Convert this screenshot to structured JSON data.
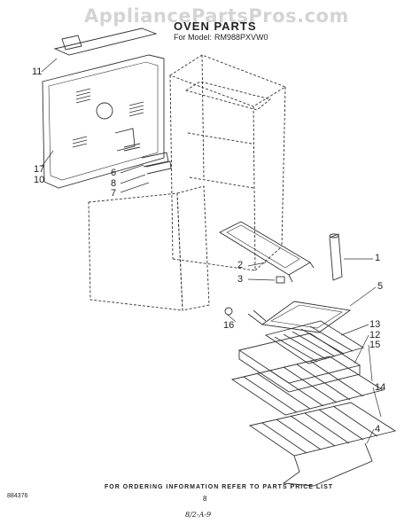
{
  "header": {
    "watermark": "AppliancePartsPros.com",
    "title": "OVEN PARTS",
    "model_prefix": "For Model:",
    "model_number": "RM988PXVW0"
  },
  "callouts": {
    "c1": "1",
    "c2": "2",
    "c3": "3",
    "c4": "4",
    "c5": "5",
    "c6": "6",
    "c7": "7",
    "c8": "8",
    "c10": "10",
    "c11": "11",
    "c12": "12",
    "c13": "13",
    "c14": "14",
    "c15": "15",
    "c16": "16",
    "c17": "17"
  },
  "footer": {
    "ordering_note": "FOR ORDERING INFORMATION REFER TO PARTS PRICE LIST",
    "page_number": "8",
    "doc_code": "884376",
    "handwritten": "8/2-A-9"
  }
}
